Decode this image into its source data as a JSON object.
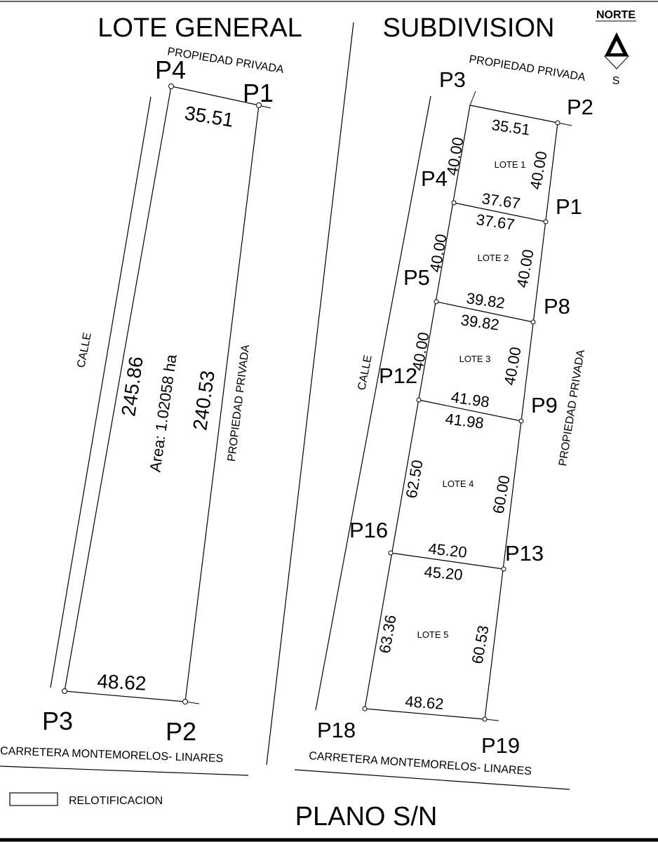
{
  "titles": {
    "lote_general": "LOTE GENERAL",
    "subdivision": "SUBDIVISION",
    "plano": "PLANO S/N"
  },
  "north": {
    "label": "NORTE",
    "south": "S"
  },
  "general": {
    "points": {
      "p1": "P1",
      "p2": "P2",
      "p3": "P3",
      "p4": "P4"
    },
    "top_label": "PROPIEDAD PRIVADA",
    "street_label": "CALLE",
    "right_label": "PROPIEDAD PRIVADA",
    "road_label": "CARRETERA MONTEMORELOS- LINARES",
    "dims": {
      "top": "35.51",
      "bottom": "48.62",
      "left": "245.86",
      "right": "240.53"
    },
    "area": "Area: 1.02058 ha"
  },
  "subdivision": {
    "top_label": "PROPIEDAD PRIVADA",
    "street_label": "CALLE",
    "right_label": "PROPIEDAD PRIVADA",
    "road_label": "CARRETERA MONTEMORELOS- LINARES",
    "points": {
      "p1": "P1",
      "p2": "P2",
      "p3": "P3",
      "p4": "P4",
      "p5": "P5",
      "p8": "P8",
      "p9": "P9",
      "p12": "P12",
      "p13": "P13",
      "p16": "P16",
      "p18": "P18",
      "p19": "P19"
    },
    "lotes": [
      {
        "name": "LOTE 1",
        "top": "35.51",
        "bottom": "37.67",
        "left": "40.00",
        "right": "40.00"
      },
      {
        "name": "LOTE 2",
        "top": "37.67",
        "bottom": "39.82",
        "left": "40.00",
        "right": "40.00"
      },
      {
        "name": "LOTE 3",
        "top": "39.82",
        "bottom": "41.98",
        "left": "40.00",
        "right": "40.00"
      },
      {
        "name": "LOTE 4",
        "top": "41.98",
        "bottom": "45.20",
        "left": "62.50",
        "right": "60.00"
      },
      {
        "name": "LOTE 5",
        "top": "45.20",
        "bottom": "48.62",
        "left": "63.36",
        "right": "60.53"
      }
    ]
  },
  "legend": {
    "label": "RELOTIFICACION"
  }
}
